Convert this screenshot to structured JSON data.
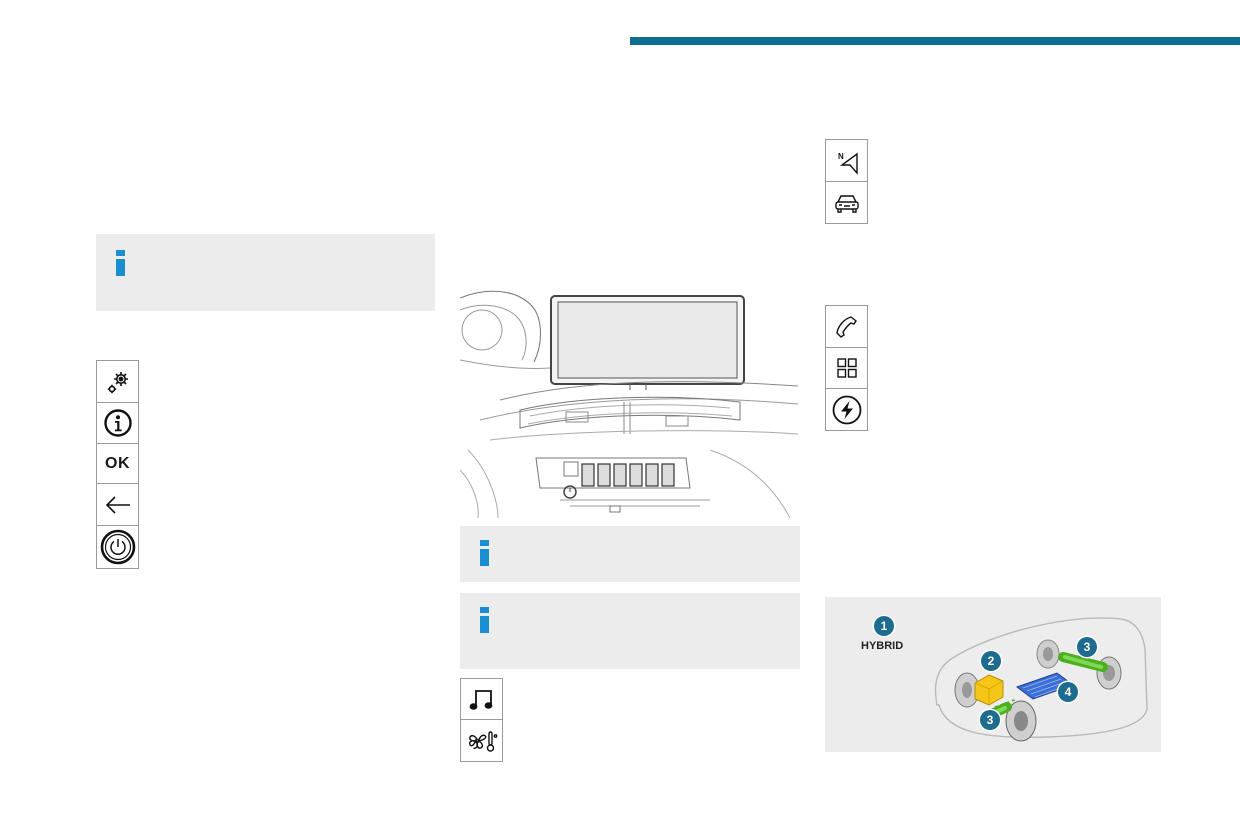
{
  "colors": {
    "accent_bar": "#0e6e91",
    "info_blue": "#1a8ed0",
    "note_bg": "#ececec",
    "badge_blue": "#1d6b8f"
  },
  "info_notes": [
    {
      "icon": "info-i-icon"
    },
    {
      "icon": "info-i-icon"
    },
    {
      "icon": "info-i-icon"
    }
  ],
  "left_icon_column": [
    {
      "icon": "settings-gears-icon"
    },
    {
      "icon": "info-circle-icon"
    },
    {
      "icon": "ok-button-icon",
      "label": "OK"
    },
    {
      "icon": "back-arrow-icon"
    },
    {
      "icon": "power-button-icon"
    }
  ],
  "middle_icon_column": [
    {
      "icon": "music-note-icon"
    },
    {
      "icon": "fan-temperature-icon"
    }
  ],
  "right_icon_column_top": [
    {
      "icon": "navigation-north-icon"
    },
    {
      "icon": "car-icon"
    }
  ],
  "right_icon_column_bottom": [
    {
      "icon": "phone-icon"
    },
    {
      "icon": "apps-grid-icon"
    },
    {
      "icon": "charging-lightning-icon"
    }
  ],
  "hybrid_diagram": {
    "label": "HYBRID",
    "badges": [
      "1",
      "2",
      "3",
      "3",
      "4"
    ]
  }
}
